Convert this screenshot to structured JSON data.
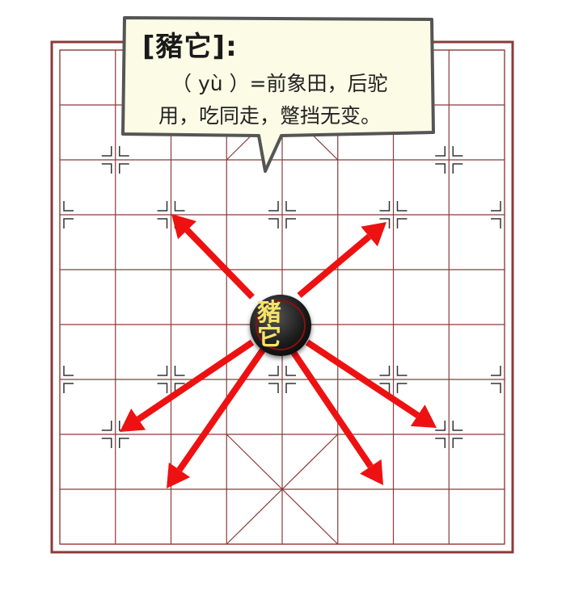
{
  "callout": {
    "title": "[豬它]:",
    "line1": "（ yù ）=前象田，后驼",
    "line2": "用，吃同走，蹩挡无变。"
  },
  "piece": {
    "label": "豬它",
    "side": "black",
    "rim_color": "#8a1010",
    "text_color": "#f4e36a"
  },
  "board": {
    "line_color": "#8b3a3a",
    "files": 9,
    "ranks": 10
  },
  "arrows": {
    "color": "#ee1111",
    "moves": [
      {
        "name": "move-up-left"
      },
      {
        "name": "move-up-right"
      },
      {
        "name": "move-down-left-wide"
      },
      {
        "name": "move-down-left"
      },
      {
        "name": "move-down-right"
      },
      {
        "name": "move-down-right-wide"
      }
    ]
  }
}
